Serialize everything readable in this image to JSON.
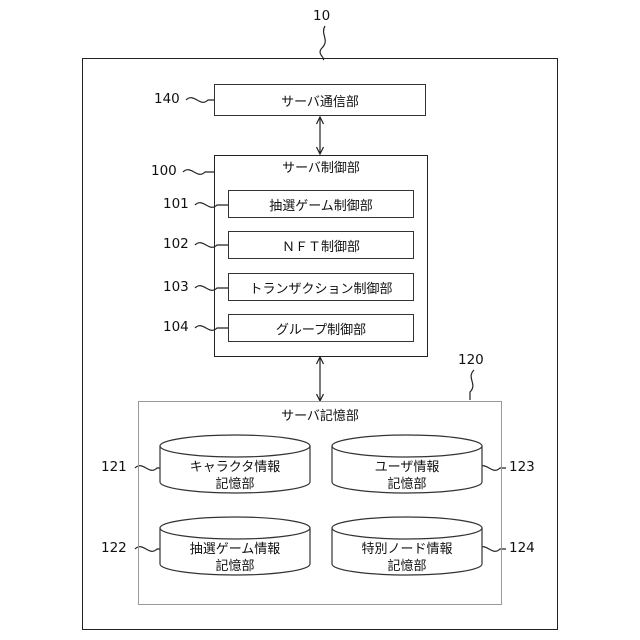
{
  "labels": {
    "system": "10",
    "comm_ref": "140",
    "control_ref": "100",
    "lottery_ref": "101",
    "nft_ref": "102",
    "transaction_ref": "103",
    "group_ref": "104",
    "storage_ref": "120",
    "character_ref": "121",
    "lottery_info_ref": "122",
    "user_ref": "123",
    "node_ref": "124"
  },
  "server_comm": "サーバ通信部",
  "server_control": {
    "title": "サーバ制御部",
    "modules": [
      "抽選ゲーム制御部",
      "ＮＦＴ制御部",
      "トランザクション制御部",
      "グループ制御部"
    ]
  },
  "server_storage": {
    "title": "サーバ記憶部",
    "databases": {
      "character": {
        "line1": "キャラクタ情報",
        "line2": "記憶部"
      },
      "user": {
        "line1": "ユーザ情報",
        "line2": "記憶部"
      },
      "lottery": {
        "line1": "抽選ゲーム情報",
        "line2": "記憶部"
      },
      "node": {
        "line1": "特別ノード情報",
        "line2": "記憶部"
      }
    }
  }
}
